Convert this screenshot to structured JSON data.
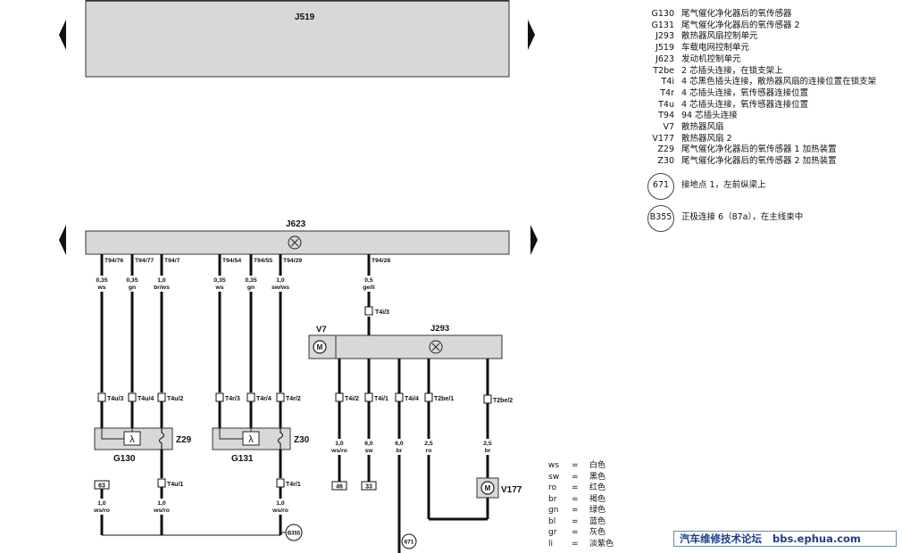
{
  "legend": [
    {
      "code": "G130",
      "desc": "尾气催化净化器后的氧传感器"
    },
    {
      "code": "G131",
      "desc": "尾气催化净化器后的氧传感器 2"
    },
    {
      "code": "J293",
      "desc": "散热器风扇控制单元"
    },
    {
      "code": "J519",
      "desc": "车载电网控制单元"
    },
    {
      "code": "J623",
      "desc": "发动机控制单元"
    },
    {
      "code": "T2be",
      "desc": "2 芯插头连接，在锁支架上"
    },
    {
      "code": "T4i",
      "desc": "4 芯黑色插头连接，散热器风扇的连接位置在锁支架"
    },
    {
      "code": "T4r",
      "desc": "4 芯插头连接，氧传感器连接位置"
    },
    {
      "code": "T4u",
      "desc": "4 芯插头连接，氧传感器连接位置"
    },
    {
      "code": "T94",
      "desc": "94 芯插头连接"
    },
    {
      "code": "V7",
      "desc": "散热器风扇"
    },
    {
      "code": "V177",
      "desc": "散热器风扇 2"
    },
    {
      "code": "Z29",
      "desc": "尾气催化净化器后的氧传感器 1 加热装置"
    },
    {
      "code": "Z30",
      "desc": "尾气催化净化器后的氧传感器 2 加热装置"
    }
  ],
  "circled": [
    {
      "code": "671",
      "desc": "接地点 1，左前纵梁上"
    },
    {
      "code": "B355",
      "desc": "正极连接 6（87a），在主线束中"
    }
  ],
  "colors": [
    {
      "code": "ws",
      "name": "白色"
    },
    {
      "code": "sw",
      "name": "黑色"
    },
    {
      "code": "ro",
      "name": "红色"
    },
    {
      "code": "br",
      "name": "褐色"
    },
    {
      "code": "gn",
      "name": "绿色"
    },
    {
      "code": "bl",
      "name": "蓝色"
    },
    {
      "code": "gr",
      "name": "灰色"
    },
    {
      "code": "li",
      "name": "淡紫色"
    }
  ],
  "watermark": {
    "cn": "汽车维修技术论坛",
    "url": "bbs.ephua.com"
  },
  "diagram": {
    "j519": "J519",
    "j623": "J623",
    "j293": "J293",
    "v7": "V7",
    "v177": "V177",
    "g130": "G130",
    "g131": "G131",
    "z29": "Z29",
    "z30": "Z30",
    "b355": "B355",
    "gnd671": "671",
    "lambda": "λ",
    "top_pins": [
      {
        "pin": "T94/76",
        "size": "0,35",
        "color": "ws"
      },
      {
        "pin": "T94/77",
        "size": "0,35",
        "color": "gn"
      },
      {
        "pin": "T94/7",
        "size": "1,0",
        "color": "br/ws"
      },
      {
        "pin": "T94/54",
        "size": "0,35",
        "color": "ws"
      },
      {
        "pin": "T94/55",
        "size": "0,35",
        "color": "gn"
      },
      {
        "pin": "T94/29",
        "size": "1,0",
        "color": "sw/ws"
      },
      {
        "pin": "T94/28",
        "size": "0,5",
        "color": "ge/li"
      }
    ],
    "t4i3": "T4i/3",
    "sensor_pins": [
      "T4u/3",
      "T4u/4",
      "T4u/2",
      "T4r/3",
      "T4r/4",
      "T4r/2"
    ],
    "j293_pins": [
      {
        "pin": "T4i/2",
        "size": "1,0",
        "color": "ws/ro",
        "ref": "46"
      },
      {
        "pin": "T4i/1",
        "size": "6,0",
        "color": "sw",
        "ref": "33"
      },
      {
        "pin": "T4i/4",
        "size": "6,0",
        "color": "br",
        "ref": ""
      },
      {
        "pin": "T2be/1",
        "size": "2,5",
        "color": "ro",
        "ref": ""
      },
      {
        "pin": "T2be/2",
        "size": "2,5",
        "color": "br",
        "ref": ""
      }
    ],
    "bottom": [
      {
        "pin": "T4u/1",
        "size": "1,0",
        "color": "ws/ro"
      },
      {
        "pin": "T4r/1",
        "size": "1,0",
        "color": "ws/ro"
      },
      {
        "pin": "",
        "size": "1,0",
        "color": "ws/ro",
        "ref": "63"
      }
    ]
  }
}
